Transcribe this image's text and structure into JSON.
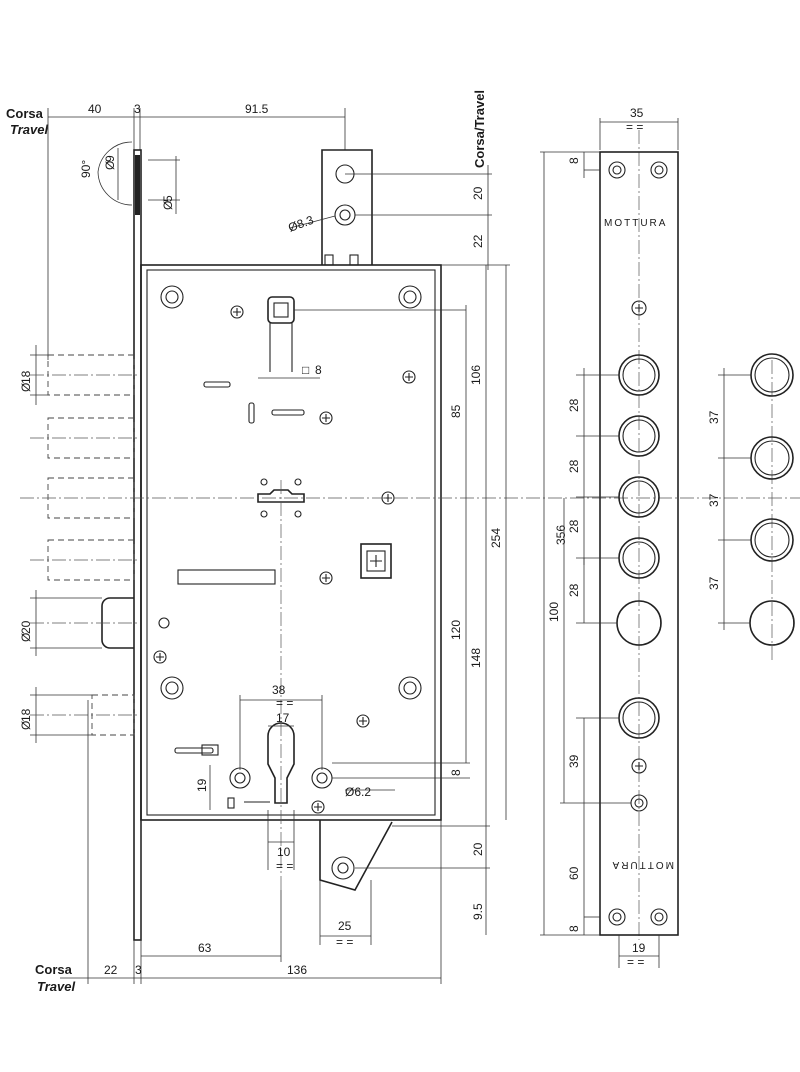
{
  "labels": {
    "corsa": "Corsa",
    "travel": "Travel",
    "corsa_travel": "Corsa/Travel",
    "brand": "MOTTURA",
    "brand_flipped": "MOTTURA"
  },
  "dims": {
    "top_40": "40",
    "top_3": "3",
    "top_91_5": "91.5",
    "angle_90": "90°",
    "d9": "9",
    "d5": "5",
    "d8_3": "8.3",
    "d20_top": "20",
    "d22": "22",
    "sq8": "8",
    "d106": "106",
    "d85": "85",
    "d254": "254",
    "d356": "356",
    "d120": "120",
    "d148": "148",
    "d8_right": "8",
    "d20_bottom": "20",
    "d9_5": "9.5",
    "d25": "25",
    "d38": "38",
    "d17": "17",
    "d19_left": "19",
    "d6_2": "6.2",
    "d10": "10",
    "d18_upper": "18",
    "d20_left": "20",
    "d18_lower": "18",
    "bottom_63": "63",
    "bottom_136": "136",
    "bottom_22": "22",
    "bottom_3": "3",
    "plate_35": "35",
    "plate_8_top": "8",
    "plate_28_a": "28",
    "plate_28_b": "28",
    "plate_28_c": "28",
    "plate_28_d": "28",
    "plate_100": "100",
    "plate_39": "39",
    "plate_60": "60",
    "plate_8_bottom": "8",
    "plate_19": "19",
    "pitch_37_a": "37",
    "pitch_37_b": "37",
    "pitch_37_c": "37"
  }
}
